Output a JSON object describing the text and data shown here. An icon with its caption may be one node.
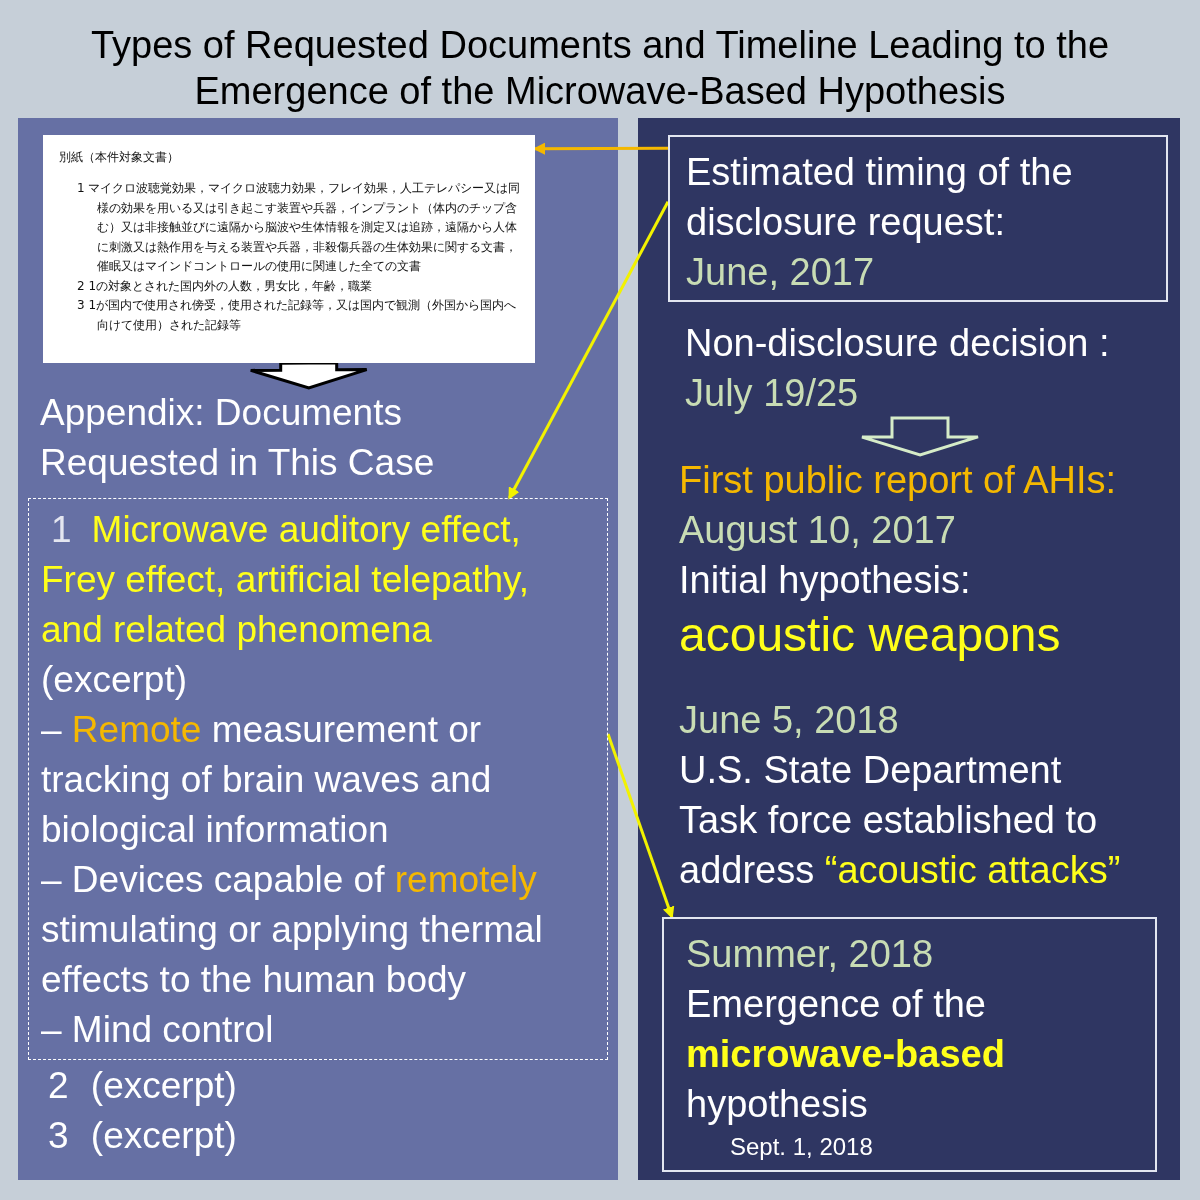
{
  "diagram": {
    "title": "Types of Requested Documents and Timeline Leading to the Emergence of the Microwave-Based Hypothesis",
    "nodes": [
      {
        "text": [],
        "shape": "box"
      },
      {
        "text": [
          "別紙（本件対象文書）",
          "1 マイクロ波聴覚効果，マイクロ波聴力効果，フレイ効果，人工テレパシー又は同様の効果を用いる又は引き起こす装置や兵器，インプラント（体内のチップ含む）又は非接触並びに遠隔から脳波や生体情報を測定又は追跡，遠隔から人体に刺激又は熱作用を与える装置や兵器，非殺傷兵器の生体効果に関する文書，催眠又はマインドコントロールの使用に関連した全ての文書",
          "2 1の対象とされた国内外の人数，男女比，年齢，職業",
          "3 1が国内で使用され傍受，使用された記録等，又は国内で観測（外国から国内へ向けて使用）された記録等"
        ],
        "in": 0
      },
      {
        "text": [
          "Appendix: Documents Requested in This Case"
        ],
        "in": 0
      },
      {
        "text": [
          "1",
          "Microwave auditory effect, Frey effect, artificial telepathy, and related phenomena",
          "(excerpt)",
          "– **Remote** measurement or tracking of brain waves and biological information",
          "– Devices capable of **remotely** stimulating or applying thermal effects to the human body",
          "– Mind control"
        ],
        "in": 0
      },
      {
        "text": [],
        "shape": "box"
      },
      {
        "text": [
          "Estimated timing of the disclosure request:",
          "June, 2017"
        ],
        "in": 4
      },
      {
        "text": [
          "Non-disclosure decision :",
          "July 19/25"
        ],
        "in": 4
      },
      {
        "text": [
          "First public report of AHIs:",
          "August 10, 2017",
          "Initial hypothesis:",
          "acoustic weapons"
        ],
        "in": 4
      },
      {
        "text": [
          "June 5, 2018",
          "U.S. State Department Task force established to address **“acoustic attacks”**"
        ],
        "in": 4
      },
      {
        "text": [
          "Summer, 2018",
          "Emergence of the **microwave-based** hypothesis",
          "Sept. 1, 2018"
        ],
        "in": 4
      }
    ],
    "edges": [
      {
        "from": 5,
        "to": 1,
        "arrow": "to",
        "color": "#f5b800"
      },
      {
        "from": 5,
        "to": 3,
        "arrow": "to"
      },
      {
        "from": 3,
        "to": 9,
        "arrow": "to"
      },
      {
        "from": 1,
        "to": 2,
        "arrow": "to",
        "style": "thick",
        "color": "#000000"
      },
      {
        "from": 6,
        "to": 7,
        "arrow": "to",
        "style": "thick",
        "color": "#d6ecc8"
      }
    ],
    "labels": [
      "2 (excerpt)",
      "3 (excerpt)"
    ]
  }
}
